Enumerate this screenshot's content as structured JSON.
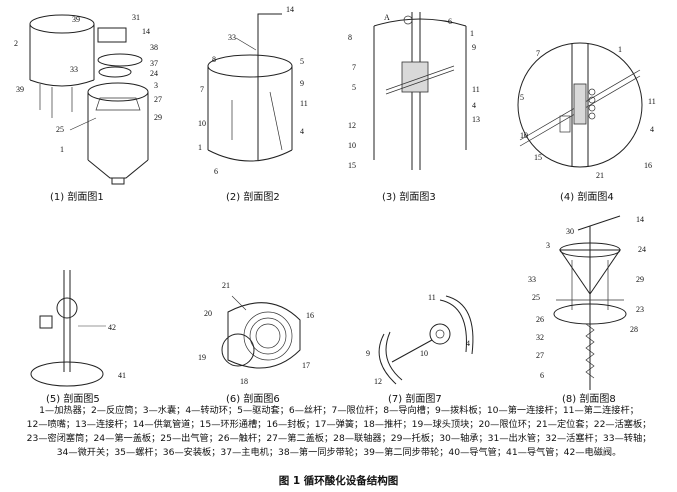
{
  "figure_title": "图 1  循环酸化设备结构图",
  "panels": [
    {
      "caption": "(1) 剖面图1",
      "labels": [
        "39",
        "31",
        "14",
        "38",
        "2",
        "37",
        "24",
        "33",
        "3",
        "27",
        "39",
        "25",
        "29",
        "1"
      ]
    },
    {
      "caption": "(2) 剖面图2",
      "labels": [
        "14",
        "33",
        "8",
        "5",
        "7",
        "9",
        "11",
        "10",
        "4",
        "1",
        "6"
      ]
    },
    {
      "caption": "(3) 剖面图3",
      "labels": [
        "A",
        "6",
        "8",
        "1",
        "7",
        "9",
        "5",
        "11",
        "4",
        "12",
        "13",
        "10",
        "15"
      ]
    },
    {
      "caption": "(4) 剖面图4",
      "labels": [
        "7",
        "1",
        "5",
        "11",
        "10",
        "4",
        "15",
        "16",
        "21"
      ]
    },
    {
      "caption": "(5) 剖面图5",
      "labels": [
        "42",
        "41"
      ]
    },
    {
      "caption": "(6) 剖面图6",
      "labels": [
        "21",
        "20",
        "16",
        "19",
        "17",
        "18"
      ]
    },
    {
      "caption": "(7) 剖面图7",
      "labels": [
        "11",
        "9",
        "10",
        "4",
        "12"
      ]
    },
    {
      "caption": "(8) 剖面图8",
      "labels": [
        "14",
        "30",
        "3",
        "24",
        "33",
        "29",
        "25",
        "23",
        "26",
        "28",
        "32",
        "27",
        "6"
      ]
    }
  ],
  "legend_rows": [
    "1—加热器；2—反应筒；3—水囊；4—转动环；5—驱动套；6—丝杆；7—限位杆；8—导向槽；9—拨料板；10—第一连接杆；11—第二连接杆；",
    "12—喷嘴；13—连接杆；14—供氧管道；15—环形通槽；16—封板；17—弹簧；18—推杆；19—球头顶块；20—限位环；21—定位套；22—活塞板；",
    "23—密闭塞筒；24—第一盖板；25—出气管；26—触杆；27—第二盖板；28—联轴器；29—托板；30—轴承；31—出水管；32—活塞杆；33—转轴；",
    "34—微开关；35—螺杆；36—安装板；37—主电机；38—第一同步带轮；39—第二同步带轮；40—导气管；41—导气管；42—电磁阀。"
  ]
}
